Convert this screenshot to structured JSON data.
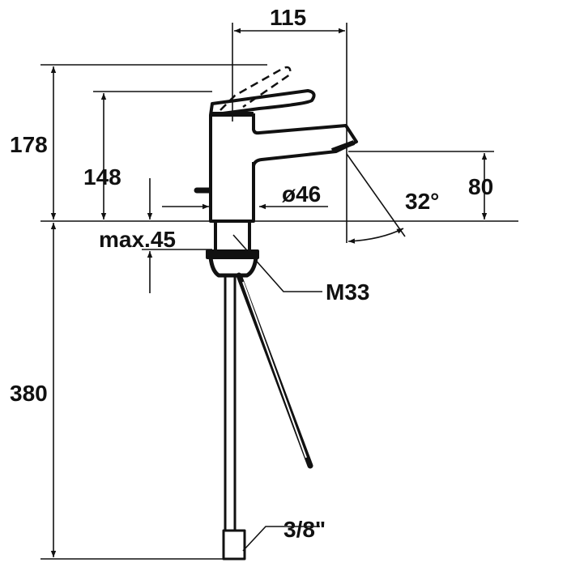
{
  "drawing": {
    "dimensions": {
      "width_spout": "115",
      "height_total": "178",
      "height_lever": "148",
      "height_spout": "80",
      "diameter_body": "ø46",
      "spout_angle": "32°",
      "max_counter_thickness": "max.45",
      "thread": "M33",
      "hose_length": "380",
      "connection": "3/8\""
    },
    "colors": {
      "line": "#111111",
      "background": "#ffffff"
    }
  }
}
